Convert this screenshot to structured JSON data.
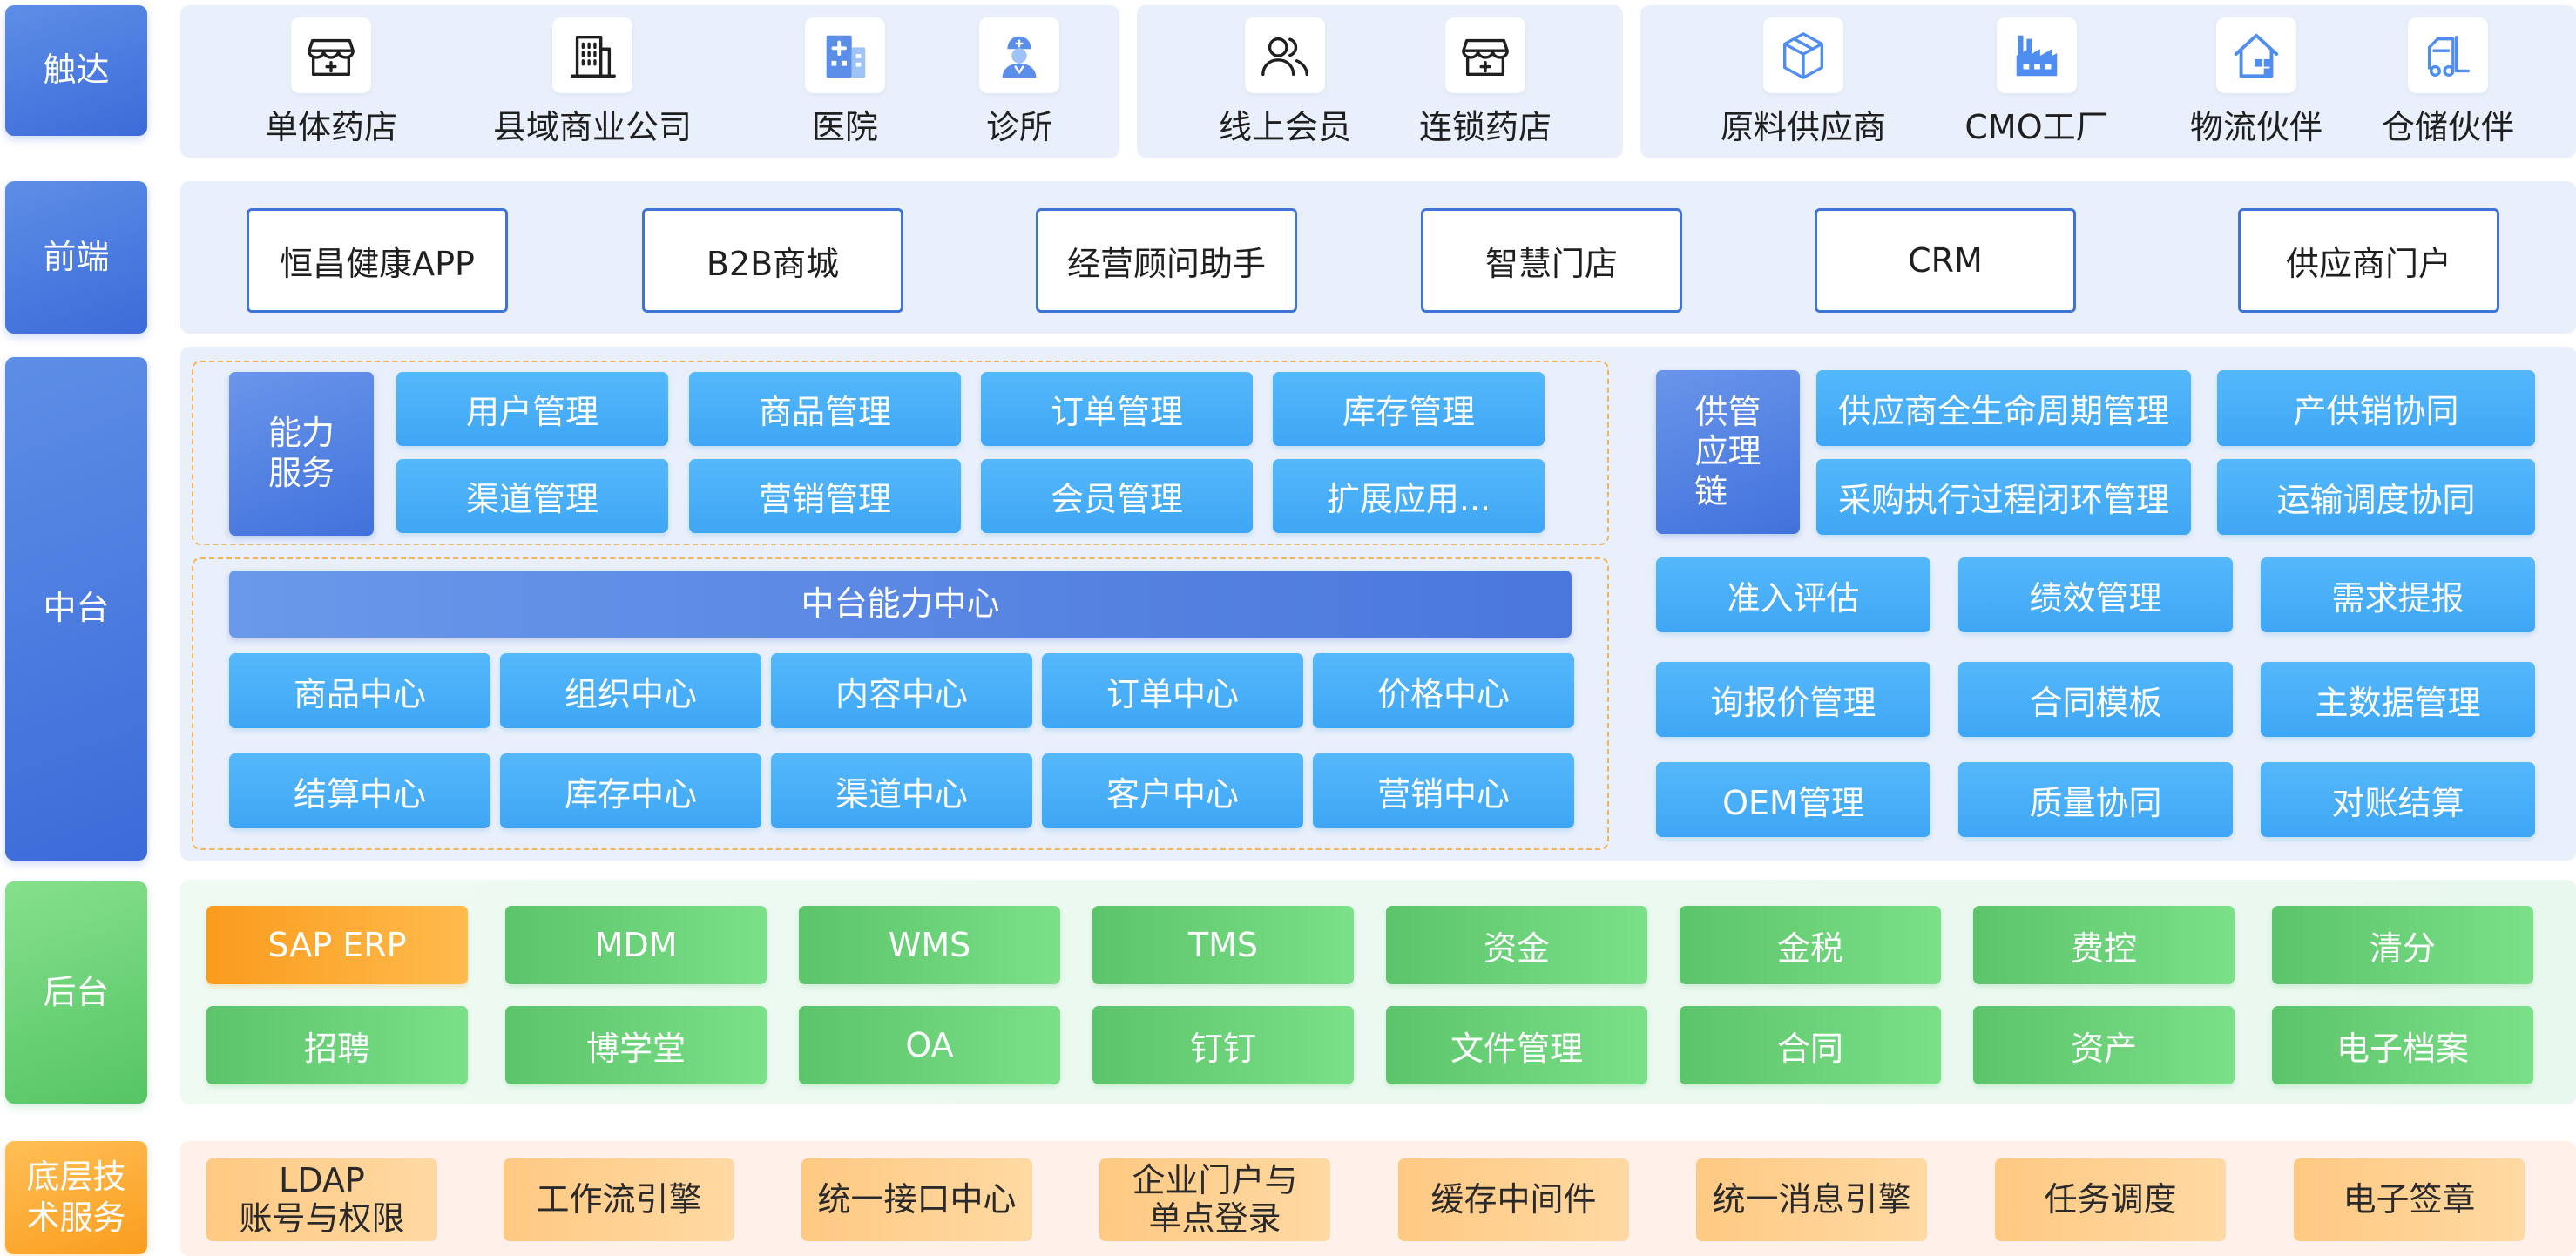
{
  "layers": {
    "touch": "触达",
    "frontend": "前端",
    "middle": "中台",
    "backend": "后台",
    "foundation_line1": "底层技",
    "foundation_line2": "术服务"
  },
  "touch_items": [
    {
      "label": "单体药店",
      "icon": "pharmacy-store-icon"
    },
    {
      "label": "县域商业公司",
      "icon": "office-building-icon"
    },
    {
      "label": "医院",
      "icon": "hospital-icon"
    },
    {
      "label": "诊所",
      "icon": "doctor-icon"
    },
    {
      "label": "线上会员",
      "icon": "members-icon"
    },
    {
      "label": "连锁药店",
      "icon": "chain-store-icon"
    },
    {
      "label": "原料供应商",
      "icon": "box-icon"
    },
    {
      "label": "CMO工厂",
      "icon": "factory-icon"
    },
    {
      "label": "物流伙伴",
      "icon": "house-icon"
    },
    {
      "label": "仓储伙伴",
      "icon": "forklift-icon"
    }
  ],
  "frontend_items": [
    "恒昌健康APP",
    "B2B商城",
    "经营顾问助手",
    "智慧门店",
    "CRM",
    "供应商门户"
  ],
  "capability": {
    "label_line1": "能力",
    "label_line2": "服务",
    "items": [
      "用户管理",
      "商品管理",
      "订单管理",
      "库存管理",
      "渠道管理",
      "营销管理",
      "会员管理",
      "扩展应用..."
    ]
  },
  "center": {
    "title": "中台能力中心",
    "items": [
      "商品中心",
      "组织中心",
      "内容中心",
      "订单中心",
      "价格中心",
      "结算中心",
      "库存中心",
      "渠道中心",
      "客户中心",
      "营销中心"
    ]
  },
  "supply_chain": {
    "label_line1": "供管",
    "label_line2": "应理",
    "label_line3": "链",
    "top_items": [
      "供应商全生命周期管理",
      "产供销协同",
      "采购执行过程闭环管理",
      "运输调度协同"
    ],
    "grid_items": [
      "准入评估",
      "绩效管理",
      "需求提报",
      "询报价管理",
      "合同模板",
      "主数据管理",
      "OEM管理",
      "质量协同",
      "对账结算"
    ]
  },
  "backend_items": [
    "SAP ERP",
    "MDM",
    "WMS",
    "TMS",
    "资金",
    "金税",
    "费控",
    "清分",
    "招聘",
    "博学堂",
    "OA",
    "钉钉",
    "文件管理",
    "合同",
    "资产",
    "电子档案"
  ],
  "foundation_items": [
    {
      "line1": "LDAP",
      "line2": "账号与权限"
    },
    {
      "line1": "工作流引擎",
      "line2": ""
    },
    {
      "line1": "统一接口中心",
      "line2": ""
    },
    {
      "line1": "企业门户与",
      "line2": "单点登录"
    },
    {
      "line1": "缓存中间件",
      "line2": ""
    },
    {
      "line1": "统一消息引擎",
      "line2": ""
    },
    {
      "line1": "任务调度",
      "line2": ""
    },
    {
      "line1": "电子签章",
      "line2": ""
    }
  ],
  "colors": {
    "primary_blue": "#3f74d6",
    "tile_blue": "#3ea6f5",
    "green": "#5cc46a",
    "orange": "#fa9b1e",
    "foundation_orange": "#ffc982"
  }
}
